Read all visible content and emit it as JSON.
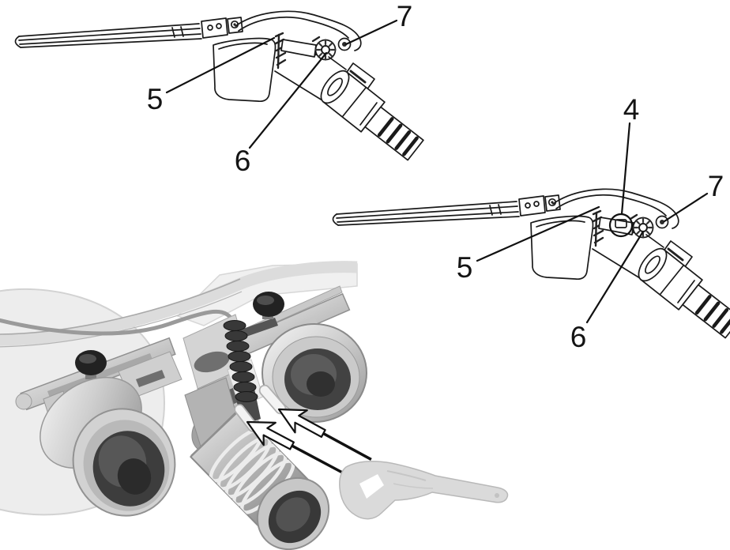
{
  "figure": {
    "kind": "technical-illustration",
    "background_color": "#ffffff",
    "ink_color": "#1a1a1a",
    "top_left_drawing": {
      "name": "loupes-frame-with-light-module-side-view",
      "callouts": [
        {
          "label": "5"
        },
        {
          "label": "6"
        },
        {
          "label": "7"
        }
      ]
    },
    "middle_right_drawing": {
      "name": "loupes-frame-with-light-module-side-view-with-detail-circle",
      "has_detail_circle": true,
      "callouts": [
        {
          "label": "4"
        },
        {
          "label": "5"
        },
        {
          "label": "6"
        },
        {
          "label": "7"
        }
      ]
    },
    "photo": {
      "name": "binocular-loupes-with-headlight-photo",
      "arrow_count": 2,
      "arrow_style": "white-filled-black-outline"
    },
    "tool": {
      "name": "plastic-removal-lever-tool",
      "color": "#dadada"
    }
  }
}
